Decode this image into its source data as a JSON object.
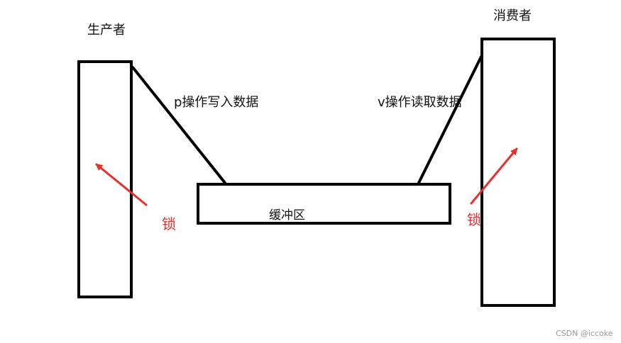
{
  "labels": {
    "producer": "生产者",
    "consumer": "消费者",
    "buffer": "缓冲区",
    "p_op": "p操作写入数据",
    "v_op": "v操作读取数据",
    "lock_left": "锁",
    "lock_right": "锁"
  },
  "watermark": "CSDN @iccoke",
  "colors": {
    "stroke": "#000000",
    "text": "#111111",
    "accent": "#e8302a",
    "watermark": "#9a9a9a"
  }
}
